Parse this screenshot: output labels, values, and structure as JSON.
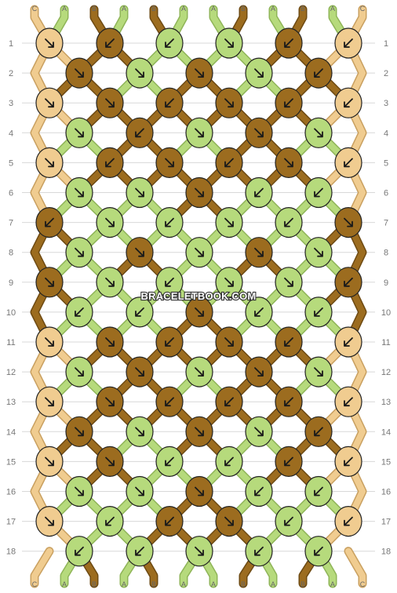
{
  "colors": {
    "A": "#b6da7c",
    "B": "#9c6c1f",
    "C": "#f0cc90"
  },
  "strands_top": [
    "C",
    "A",
    "B",
    "A",
    "B",
    "A",
    "A",
    "B",
    "A",
    "B",
    "A",
    "C"
  ],
  "strands_bottom": [
    "C",
    "A",
    "B",
    "A",
    "B",
    "A",
    "A",
    "B",
    "A",
    "B",
    "A",
    "C"
  ],
  "row_numbers": [
    "1",
    "2",
    "3",
    "4",
    "5",
    "6",
    "7",
    "8",
    "9",
    "10",
    "11",
    "12",
    "13",
    "14",
    "15",
    "16",
    "17",
    "18"
  ],
  "knots": [
    [
      "C-r",
      "B-l",
      "A-l",
      "A-r",
      "B-l",
      "C-l"
    ],
    [
      "B-r",
      "A-r",
      "B-r",
      "A-r",
      "B-l"
    ],
    [
      "C-r",
      "B-r",
      "B-l",
      "B-r",
      "B-l",
      "C-l"
    ],
    [
      "A-r",
      "B-l",
      "A-r",
      "B-r",
      "A-r"
    ],
    [
      "C-r",
      "B-l",
      "B-r",
      "B-l",
      "B-r",
      "C-l"
    ],
    [
      "A-r",
      "A-r",
      "B-r",
      "A-l",
      "A-l"
    ],
    [
      "B-l",
      "A-r",
      "A-l",
      "A-r",
      "A-l",
      "B-r"
    ],
    [
      "A-r",
      "B-r",
      "A-r",
      "B-r",
      "A-r"
    ],
    [
      "B-r",
      "A-r",
      "A-l",
      "A-r",
      "A-r",
      "B-l"
    ],
    [
      "A-l",
      "A-l",
      "B-r",
      "A-l",
      "A-l"
    ],
    [
      "C-r",
      "B-r",
      "B-l",
      "B-r",
      "B-l",
      "C-l"
    ],
    [
      "A-r",
      "B-r",
      "A-r",
      "B-r",
      "A-r"
    ],
    [
      "C-r",
      "B-r",
      "B-l",
      "B-l",
      "B-l",
      "C-l"
    ],
    [
      "B-r",
      "A-r",
      "B-r",
      "A-r",
      "B-l"
    ],
    [
      "C-r",
      "B-r",
      "A-l",
      "A-l",
      "B-l",
      "C-l"
    ],
    [
      "A-r",
      "A-r",
      "B-r",
      "A-l",
      "A-l"
    ],
    [
      "C-r",
      "A-l",
      "B-l",
      "B-r",
      "A-l",
      "C-l"
    ],
    [
      "A-l",
      "A-l",
      "A-r",
      "A-l",
      "A-l"
    ]
  ],
  "watermark": "BRACELETBOOK.COM"
}
